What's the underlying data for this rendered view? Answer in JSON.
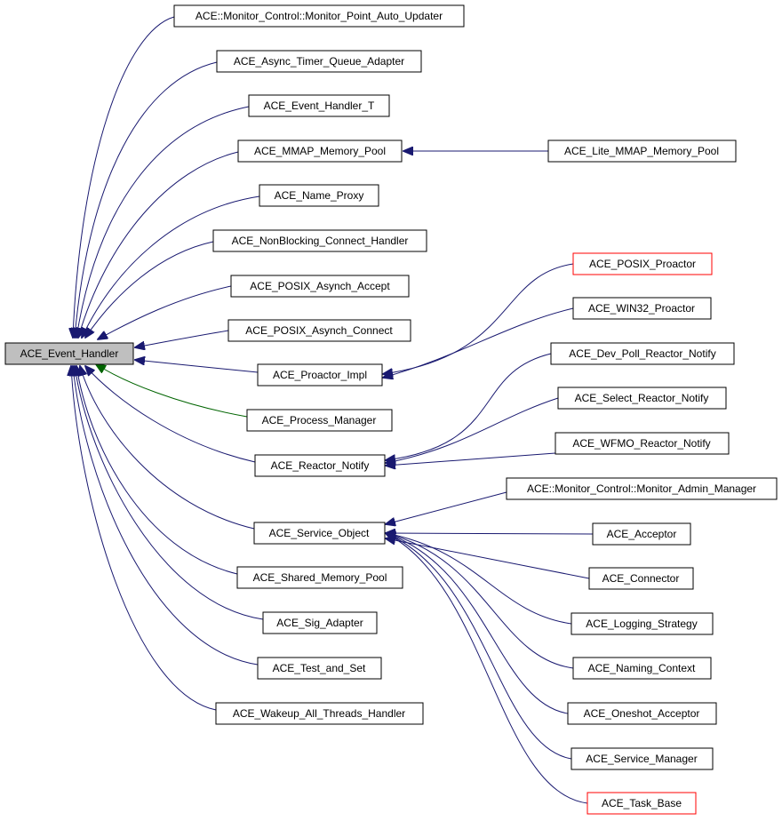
{
  "colors": {
    "edge_default": "#191970",
    "edge_green": "#006400",
    "root_fill": "#bfbfbf",
    "red_border": "#ff0000"
  },
  "nodes": {
    "event_handler": "ACE_Event_Handler",
    "mon_point_auto_updater": "ACE::Monitor_Control::Monitor_Point_Auto_Updater",
    "async_timer_queue_adapter": "ACE_Async_Timer_Queue_Adapter",
    "event_handler_t": "ACE_Event_Handler_T",
    "mmap_memory_pool": "ACE_MMAP_Memory_Pool",
    "lite_mmap_memory_pool": "ACE_Lite_MMAP_Memory_Pool",
    "name_proxy": "ACE_Name_Proxy",
    "nonblocking_connect_handler": "ACE_NonBlocking_Connect_Handler",
    "posix_asynch_accept": "ACE_POSIX_Asynch_Accept",
    "posix_asynch_connect": "ACE_POSIX_Asynch_Connect",
    "proactor_impl": "ACE_Proactor_Impl",
    "posix_proactor": "ACE_POSIX_Proactor",
    "win32_proactor": "ACE_WIN32_Proactor",
    "process_manager": "ACE_Process_Manager",
    "reactor_notify": "ACE_Reactor_Notify",
    "dev_poll_reactor_notify": "ACE_Dev_Poll_Reactor_Notify",
    "select_reactor_notify": "ACE_Select_Reactor_Notify",
    "wfmo_reactor_notify": "ACE_WFMO_Reactor_Notify",
    "service_object": "ACE_Service_Object",
    "mon_admin_manager": "ACE::Monitor_Control::Monitor_Admin_Manager",
    "acceptor": "ACE_Acceptor",
    "connector": "ACE_Connector",
    "logging_strategy": "ACE_Logging_Strategy",
    "naming_context": "ACE_Naming_Context",
    "oneshot_acceptor": "ACE_Oneshot_Acceptor",
    "service_manager": "ACE_Service_Manager",
    "task_base": "ACE_Task_Base",
    "shared_memory_pool": "ACE_Shared_Memory_Pool",
    "sig_adapter": "ACE_Sig_Adapter",
    "test_and_set": "ACE_Test_and_Set",
    "wakeup_all_threads_handler": "ACE_Wakeup_All_Threads_Handler"
  },
  "edges": [
    {
      "from": "mon_point_auto_updater",
      "to": "event_handler"
    },
    {
      "from": "async_timer_queue_adapter",
      "to": "event_handler"
    },
    {
      "from": "event_handler_t",
      "to": "event_handler"
    },
    {
      "from": "mmap_memory_pool",
      "to": "event_handler"
    },
    {
      "from": "lite_mmap_memory_pool",
      "to": "mmap_memory_pool"
    },
    {
      "from": "name_proxy",
      "to": "event_handler"
    },
    {
      "from": "nonblocking_connect_handler",
      "to": "event_handler"
    },
    {
      "from": "posix_asynch_accept",
      "to": "event_handler"
    },
    {
      "from": "posix_asynch_connect",
      "to": "event_handler"
    },
    {
      "from": "proactor_impl",
      "to": "event_handler"
    },
    {
      "from": "posix_proactor",
      "to": "proactor_impl"
    },
    {
      "from": "win32_proactor",
      "to": "proactor_impl"
    },
    {
      "from": "process_manager",
      "to": "event_handler",
      "color": "green"
    },
    {
      "from": "reactor_notify",
      "to": "event_handler"
    },
    {
      "from": "dev_poll_reactor_notify",
      "to": "reactor_notify"
    },
    {
      "from": "select_reactor_notify",
      "to": "reactor_notify"
    },
    {
      "from": "wfmo_reactor_notify",
      "to": "reactor_notify"
    },
    {
      "from": "service_object",
      "to": "event_handler"
    },
    {
      "from": "mon_admin_manager",
      "to": "service_object"
    },
    {
      "from": "acceptor",
      "to": "service_object"
    },
    {
      "from": "connector",
      "to": "service_object"
    },
    {
      "from": "logging_strategy",
      "to": "service_object"
    },
    {
      "from": "naming_context",
      "to": "service_object"
    },
    {
      "from": "oneshot_acceptor",
      "to": "service_object"
    },
    {
      "from": "service_manager",
      "to": "service_object"
    },
    {
      "from": "task_base",
      "to": "service_object"
    },
    {
      "from": "shared_memory_pool",
      "to": "event_handler"
    },
    {
      "from": "sig_adapter",
      "to": "event_handler"
    },
    {
      "from": "test_and_set",
      "to": "event_handler"
    },
    {
      "from": "wakeup_all_threads_handler",
      "to": "event_handler"
    }
  ]
}
